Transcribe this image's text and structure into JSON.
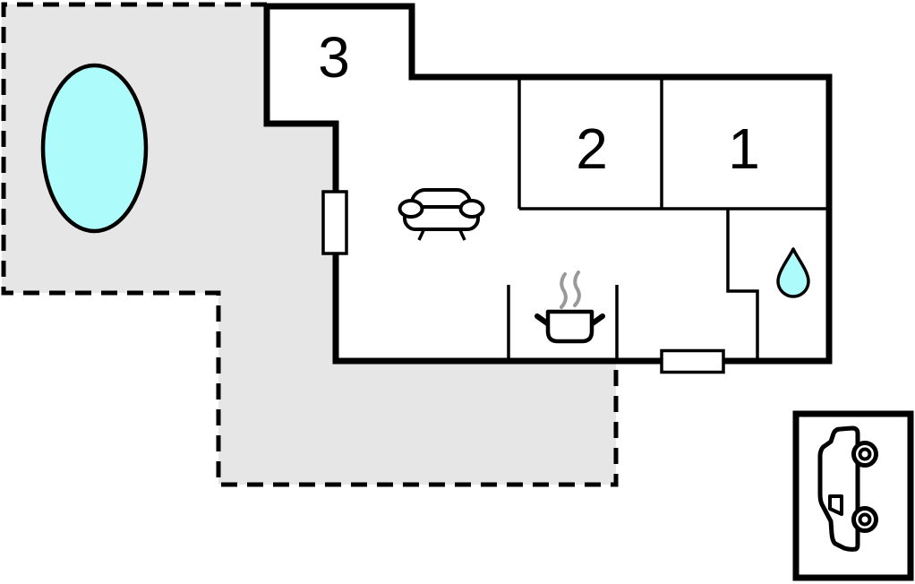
{
  "plan": {
    "rooms": [
      {
        "label": "3"
      },
      {
        "label": "2"
      },
      {
        "label": "1"
      }
    ],
    "icons": [
      {
        "name": "pool-icon"
      },
      {
        "name": "sofa-icon"
      },
      {
        "name": "cooking-pot-icon"
      },
      {
        "name": "steam-icon"
      },
      {
        "name": "water-drop-icon"
      },
      {
        "name": "car-icon"
      }
    ],
    "colors": {
      "terrace_fill": "#e6e6e6",
      "pool_fill": "#aefbfc",
      "water_drop_fill": "#aefbfc",
      "wall": "#000000",
      "interior_wall": "#000000",
      "steam": "#999999",
      "background": "#ffffff"
    }
  }
}
